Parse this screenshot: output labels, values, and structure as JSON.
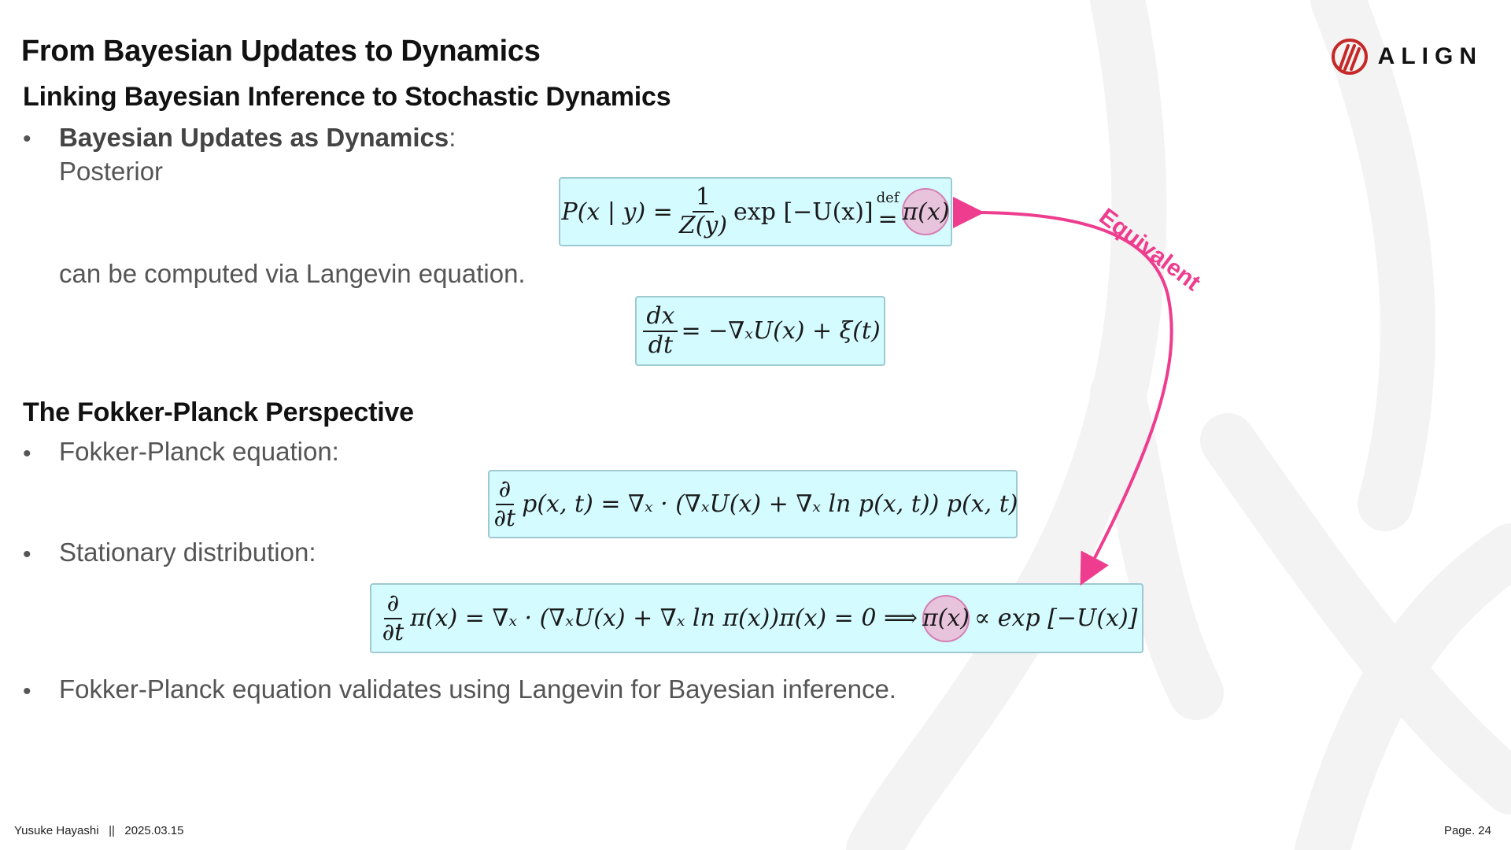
{
  "slide": {
    "title": "From Bayesian Updates to Dynamics",
    "page": "Page. 24"
  },
  "logo": {
    "text": "ALIGN"
  },
  "section1": {
    "heading": "Linking Bayesian Inference to Stochastic Dynamics",
    "bullet_bold": "Bayesian Updates as Dynamics",
    "bullet_colon": ":",
    "posterior_word": "Posterior",
    "computed_text": "can be computed via Langevin equation."
  },
  "section2": {
    "heading": "The Fokker-Planck Perspective",
    "bullet_fp": "Fokker-Planck equation:",
    "bullet_stationary": "Stationary distribution:",
    "bullet_validates": "Fokker-Planck equation validates using Langevin for Bayesian inference."
  },
  "annotation": {
    "label": "Equivalent",
    "color": "#ee3d8f"
  },
  "equations": {
    "posterior_lhs": "P(x | y) =",
    "posterior_num": "1",
    "posterior_den": "Z(y)",
    "posterior_mid": "exp [−U(x)]",
    "posterior_def_sup": "def",
    "posterior_eq": "=",
    "posterior_pi": "π(x)",
    "langevin_num": "dx",
    "langevin_den": "dt",
    "langevin_rhs": "= −∇ₓU(x) + ξ(t)",
    "fp_num": "∂",
    "fp_den": "∂t",
    "fp_rhs": "p(x, t) = ∇ₓ · (∇ₓU(x) + ∇ₓ ln p(x, t)) p(x, t)",
    "stat_num": "∂",
    "stat_den": "∂t",
    "stat_mid": "π(x) = ∇ₓ · (∇ₓU(x) + ∇ₓ ln π(x))π(x) = 0 ⟹",
    "stat_pi": "π(x)",
    "stat_rhs": "∝ exp [−U(x)]"
  },
  "footer": {
    "author": "Yusuke Hayashi",
    "separator": "||",
    "date": "2025.03.15"
  },
  "colors": {
    "eq_box_bg": "#d4fbff",
    "eq_box_border": "#9fc9d0",
    "highlight_fill": "#e8c4dc",
    "logo_red": "#c62828",
    "accent_pink": "#ee3d8f"
  }
}
